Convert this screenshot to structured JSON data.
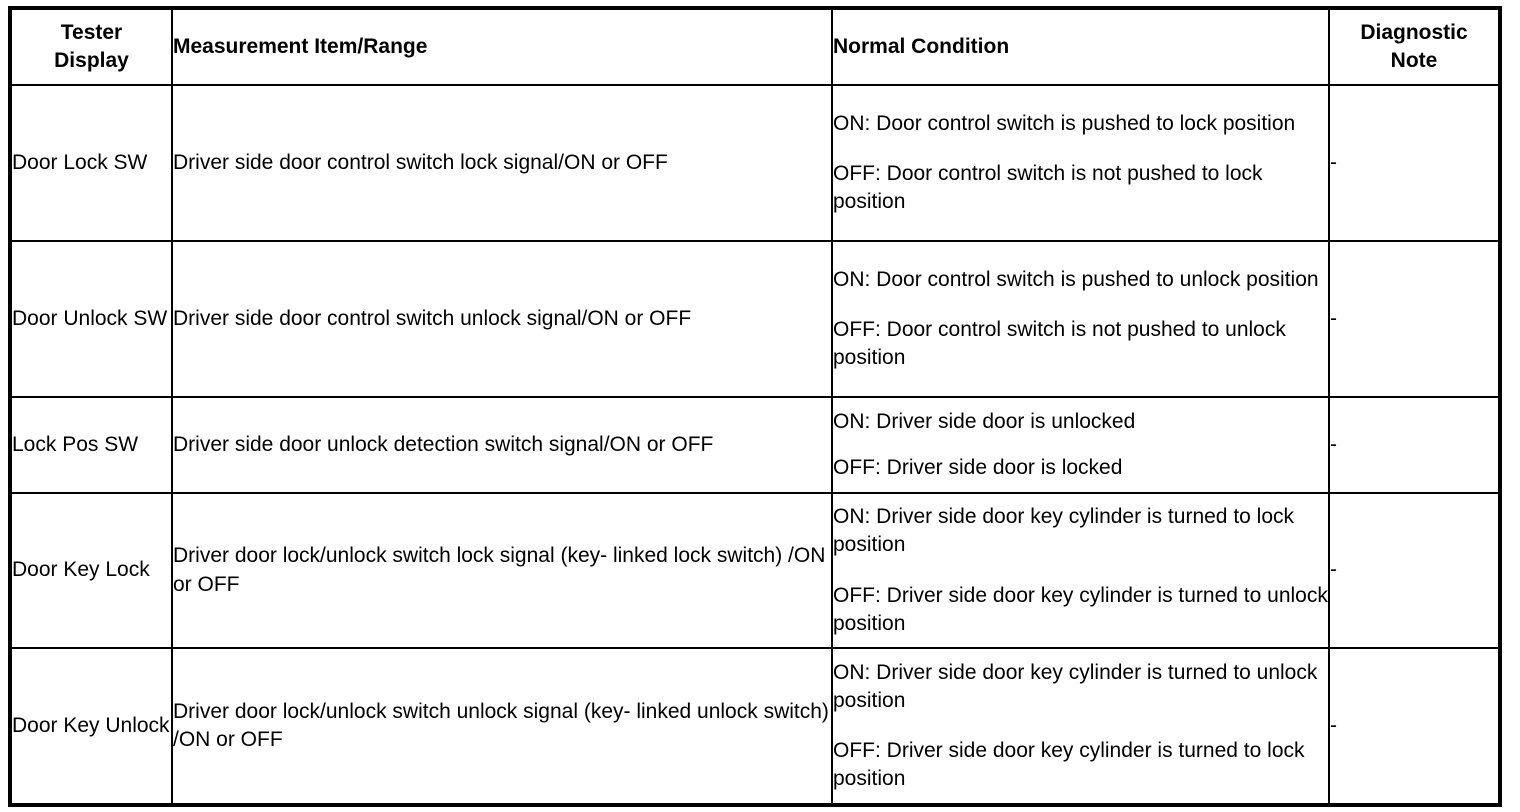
{
  "table": {
    "columns": [
      {
        "key": "tester_display",
        "label": "Tester\nDisplay",
        "align": "center"
      },
      {
        "key": "measurement_item_range",
        "label": "Measurement Item/Range",
        "align": "left"
      },
      {
        "key": "normal_condition",
        "label": "Normal Condition",
        "align": "left"
      },
      {
        "key": "diagnostic_note",
        "label": "Diagnostic\nNote",
        "align": "center"
      }
    ],
    "header": {
      "tester_display_line1": "Tester",
      "tester_display_line2": "Display",
      "measurement": "Measurement Item/Range",
      "normal": "Normal Condition",
      "note_line1": "Diagnostic",
      "note_line2": "Note"
    },
    "rows": [
      {
        "tester_display": "Door Lock SW",
        "measurement": "Driver side door control switch lock signal/ON or OFF",
        "condition_on": "ON: Door control switch is pushed to lock position",
        "condition_off": "OFF: Door control switch is not pushed to lock position",
        "note": "-"
      },
      {
        "tester_display": "Door Unlock SW",
        "measurement": "Driver side door control switch unlock signal/ON or OFF",
        "condition_on": "ON: Door control switch is pushed to unlock position",
        "condition_off": "OFF: Door control switch is not pushed to unlock position",
        "note": "-"
      },
      {
        "tester_display": "Lock Pos SW",
        "measurement": "Driver side door unlock detection switch signal/ON or OFF",
        "condition_on": "ON: Driver side door is unlocked",
        "condition_off": "OFF: Driver side door is locked",
        "note": "-"
      },
      {
        "tester_display": "Door Key Lock",
        "measurement": "Driver door lock/unlock switch lock signal (key- linked lock switch) /ON or OFF",
        "condition_on": "ON: Driver side door key cylinder is turned to lock position",
        "condition_off": "OFF: Driver side door key cylinder is turned to unlock position",
        "note": "-"
      },
      {
        "tester_display": "Door Key Unlock",
        "measurement": "Driver door lock/unlock switch unlock signal (key- linked unlock switch) /ON or OFF",
        "condition_on": "ON: Driver side door key cylinder is turned to unlock position",
        "condition_off": "OFF: Driver side door key cylinder is turned to lock position",
        "note": "-"
      }
    ]
  },
  "colors": {
    "border": "#000000",
    "background": "#ffffff",
    "text": "#000000"
  }
}
